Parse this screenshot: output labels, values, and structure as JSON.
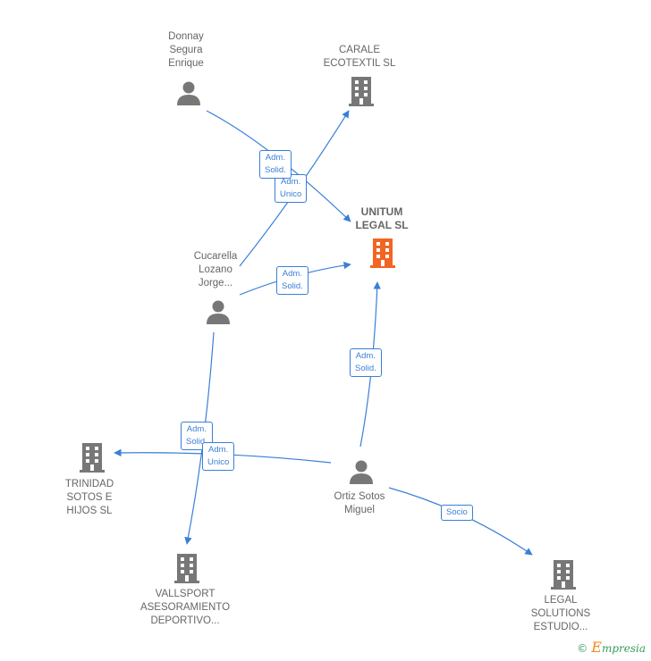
{
  "colors": {
    "edge": "#3a7fd6",
    "person_icon": "#777777",
    "company_icon": "#777777",
    "main_company_icon": "#f26522"
  },
  "nodes": {
    "donnay": {
      "label": "Donnay\nSegura\nEnrique",
      "type": "person-icon"
    },
    "carale": {
      "label": "CARALE\nECOTEXTIL  SL",
      "type": "building-icon"
    },
    "unitum": {
      "label": "UNITUM\nLEGAL  SL",
      "type": "building-icon"
    },
    "cucarella": {
      "label": "Cucarella\nLozano\nJorge...",
      "type": "person-icon"
    },
    "trinidad": {
      "label": "TRINIDAD\nSOTOS E\nHIJOS  SL",
      "type": "building-icon"
    },
    "ortiz": {
      "label": "Ortiz Sotos\nMiguel",
      "type": "person-icon"
    },
    "vallsport": {
      "label": "VALLSPORT\nASESORAMIENTO\nDEPORTIVO...",
      "type": "building-icon"
    },
    "legal": {
      "label": "LEGAL\nSOLUTIONS\nESTUDIO...",
      "type": "building-icon"
    }
  },
  "edges": {
    "e1": "Adm.\nSolid.",
    "e2": "Adm.\nUnico",
    "e3": "Adm.\nSolid.",
    "e4": "Adm.\nSolid.",
    "e5": "Adm.\nSolid.",
    "e6": "Adm.\nUnico",
    "e7": "Socio"
  },
  "brand": {
    "copyright": "©",
    "initial": "E",
    "name": "mpresia"
  }
}
